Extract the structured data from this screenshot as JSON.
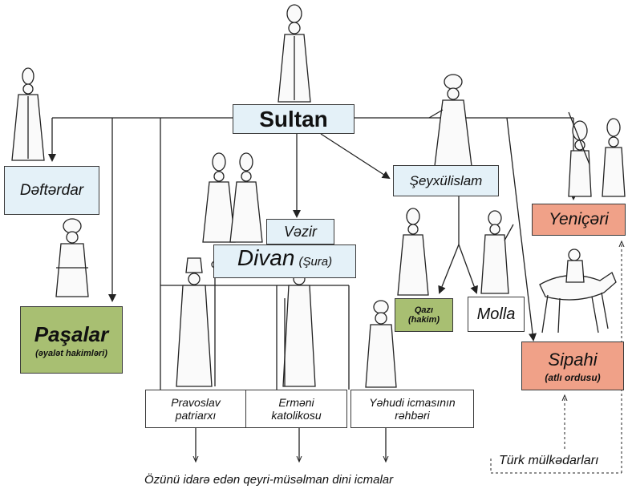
{
  "diagram": {
    "sultan": "Sultan",
    "defterdar": "Dəftərdar",
    "seyxulislam": "Şeyxülislam",
    "yenicheri": "Yeniçəri",
    "vezir": "Vəzir",
    "divan": {
      "main": "Divan",
      "sub": "(Şura)"
    },
    "pashalar": {
      "main": "Paşalar",
      "sub": "(əyalət hakimləri)"
    },
    "qazi": {
      "line1": "Qazı",
      "line2": "(hakim)"
    },
    "molla": "Molla",
    "sipahi": {
      "main": "Sipahi",
      "sub": "(atlı ordusu)"
    },
    "pravoslav": {
      "line1": "Pravoslav",
      "line2": "patriarxı"
    },
    "ermeni": {
      "line1": "Erməni",
      "line2": "katolikosu"
    },
    "yehudi": {
      "line1": "Yəhudi icmasının",
      "line2": "rəhbəri"
    },
    "turk": "Türk mülkədarları",
    "footer": "Özünü idarə edən qeyri-müsəlman dini icmalar"
  },
  "colors": {
    "blue_box": "#e4f1f8",
    "green_box": "#a8bf72",
    "salmon_box": "#f0a188",
    "line": "#3a3a3a"
  },
  "figures": [
    "sultan-figure",
    "defterdar-figure",
    "seyxulislam-figure",
    "vezir-figures",
    "pasha-figure",
    "qazi-figure",
    "molla-figure",
    "janissary-figures",
    "sipahi-horseman-figure",
    "patriarch-figure",
    "katolikos-figure",
    "rabbi-figure"
  ]
}
